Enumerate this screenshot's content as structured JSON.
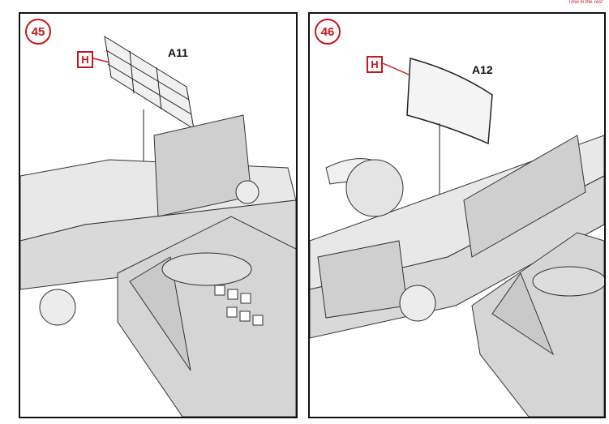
{
  "steps": [
    {
      "number": "45",
      "color_code": "H",
      "part": "A11"
    },
    {
      "number": "46",
      "color_code": "H",
      "part": "A12"
    }
  ],
  "logo_text": "Time in the Test",
  "accent_color": "#c8161d"
}
